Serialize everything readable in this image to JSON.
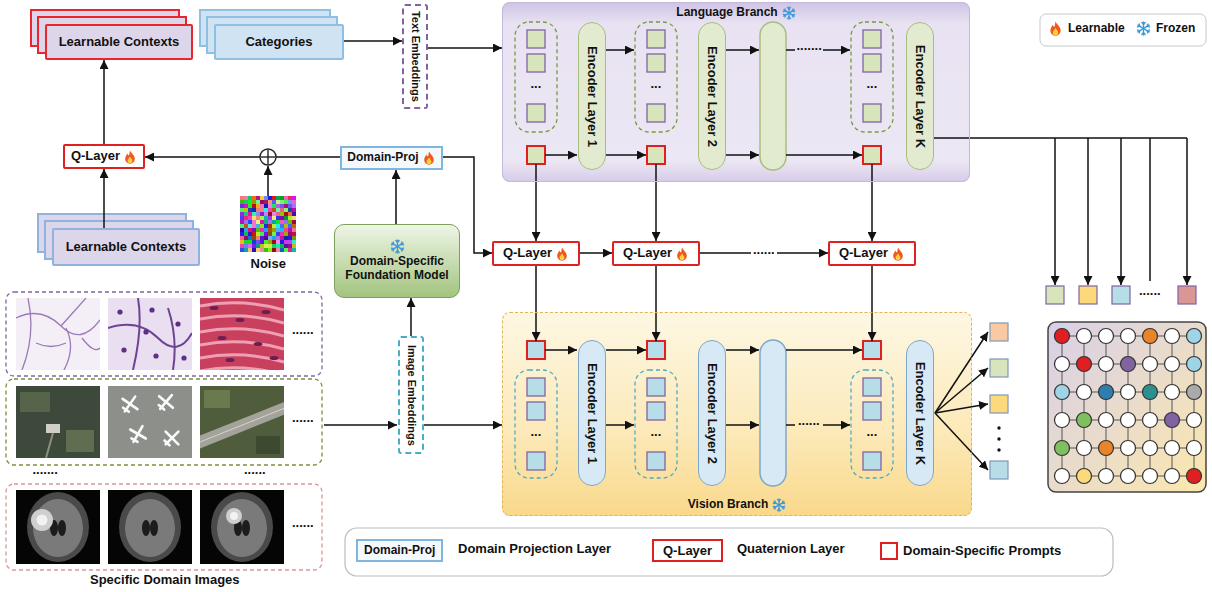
{
  "diagram": {
    "nodes": [
      {
        "text": [
          "Learnable Contexts"
        ]
      },
      {
        "text": [
          "Categories"
        ]
      },
      {
        "text": [
          "Text Embeddings"
        ]
      },
      {
        "text": [
          "Language Branch"
        ]
      },
      {
        "text": [
          "Encoder Layer 1"
        ],
        "in": 3
      },
      {
        "text": [
          "Encoder Layer 2"
        ],
        "in": 3
      },
      {
        "text": [
          "Encoder Layer K"
        ],
        "in": 3
      },
      {
        "text": [
          "Q-Layer"
        ]
      },
      {
        "text": [
          "Domain-Proj"
        ]
      },
      {
        "text": [
          "Learnable Contexts"
        ]
      },
      {
        "text": [
          "Domain-Specific Foundation Model"
        ]
      },
      {
        "text": [
          "Q-Layer"
        ]
      },
      {
        "text": [
          "Q-Layer"
        ]
      },
      {
        "text": [
          "Q-Layer"
        ]
      },
      {
        "text": [
          "Vision Branch"
        ]
      },
      {
        "text": [
          "Encoder Layer 1"
        ],
        "in": 14
      },
      {
        "text": [
          "Encoder Layer 2"
        ],
        "in": 14
      },
      {
        "text": [
          "Encoder Layer K"
        ],
        "in": 14
      },
      {
        "text": [
          "Image Embeddings"
        ]
      }
    ],
    "edges": [
      {
        "from": 1,
        "to": 2,
        "arrow": "to"
      },
      {
        "from": 2,
        "to": 3,
        "arrow": "to"
      },
      {
        "from": 7,
        "to": 0,
        "arrow": "to"
      },
      {
        "from": 9,
        "to": 7,
        "arrow": "to"
      },
      {
        "from": 8,
        "to": 7,
        "arrow": "to"
      },
      {
        "from": 10,
        "to": 8,
        "arrow": "to"
      },
      {
        "from": 18,
        "to": 10,
        "arrow": "to"
      },
      {
        "from": 8,
        "to": 11,
        "arrow": "to"
      },
      {
        "from": 3,
        "to": 11,
        "arrow": "to"
      },
      {
        "from": 3,
        "to": 12,
        "arrow": "to"
      },
      {
        "from": 3,
        "to": 13,
        "arrow": "to"
      },
      {
        "from": 11,
        "to": 12,
        "arrow": "to"
      },
      {
        "from": 12,
        "to": 13,
        "arrow": "to",
        "label": "......"
      },
      {
        "from": 11,
        "to": 14,
        "arrow": "to"
      },
      {
        "from": 12,
        "to": 14,
        "arrow": "to"
      },
      {
        "from": 13,
        "to": 14,
        "arrow": "to"
      },
      {
        "from": 18,
        "to": 14,
        "arrow": "to"
      }
    ],
    "labels": [
      "Noise",
      "Specific Domain Images",
      "Domain-Proj",
      "Q-Layer",
      "...",
      "...",
      "...",
      ".......",
      "...",
      "...",
      "...",
      "......",
      "......",
      "......",
      "......",
      ".......",
      "......",
      "......"
    ],
    "legend": [
      {
        "text": "Learnable"
      },
      {
        "text": "Frozen"
      },
      {
        "text": "Domain Projection Layer"
      },
      {
        "text": "Quaternion Layer"
      },
      {
        "text": "Domain-Specific Prompts"
      }
    ]
  }
}
